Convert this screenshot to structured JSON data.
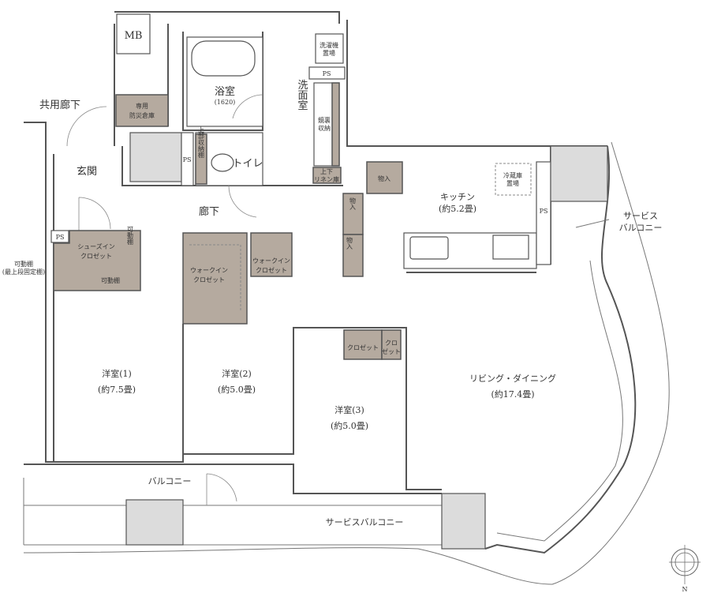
{
  "colors": {
    "storage": "#b5aa9f",
    "pillar": "#dcdcdc",
    "wall": "#555555"
  },
  "labels": {
    "mb": "MB",
    "disaster_storage_1": "専用",
    "disaster_storage_2": "防災倉庫",
    "common_corridor": "共用廊下",
    "bathroom": "浴室",
    "bathroom_size": "(1620)",
    "washroom": "洗面室",
    "washer_1": "洗濯機",
    "washer_2": "置場",
    "ps": "PS",
    "mirror_storage_1": "鏡裏",
    "mirror_storage_2": "収納",
    "toilet": "トイレ",
    "upper_shelf": "上部収納棚",
    "linen_1": "上下",
    "linen_2": "リネン庫",
    "entrance": "玄関",
    "hallway": "廊下",
    "storage": "物入",
    "kitchen": "キッチン",
    "kitchen_size": "(約5.2畳)",
    "fridge_1": "冷蔵庫",
    "fridge_2": "置場",
    "service_balcony_right_1": "サービス",
    "service_balcony_right_2": "バルコニー",
    "shoe_closet_1": "シューズイン",
    "shoe_closet_2": "クロゼット",
    "movable_shelf": "可動棚",
    "movable_shelf_note_1": "可動棚",
    "movable_shelf_note_2": "(最上段固定棚)",
    "wic_1": "ウォークイン",
    "wic_2": "クロゼット",
    "closet": "クロゼット",
    "closet_small_1": "クロ",
    "closet_small_2": "ゼット",
    "room1": "洋室(1)",
    "room1_size": "(約7.5畳)",
    "room2": "洋室(2)",
    "room2_size": "(約5.0畳)",
    "room3": "洋室(3)",
    "room3_size": "(約5.0畳)",
    "living": "リビング・ダイニング",
    "living_size": "(約17.4畳)",
    "balcony": "バルコニー",
    "service_balcony_bottom": "サービスバルコニー",
    "north": "N"
  },
  "icons": {
    "compass": "north-compass-icon",
    "bathtub": "bathtub-icon",
    "toilet": "toilet-icon",
    "stove": "stove-icon",
    "sink": "sink-icon"
  }
}
